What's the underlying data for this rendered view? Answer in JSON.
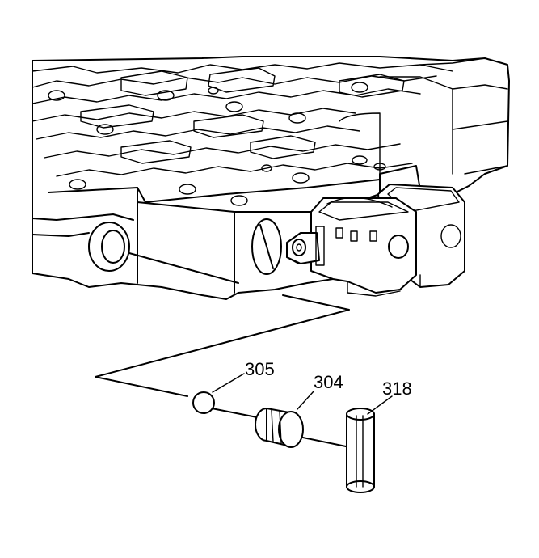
{
  "callouts": {
    "ball": "305",
    "plug": "304",
    "pin": "318"
  }
}
